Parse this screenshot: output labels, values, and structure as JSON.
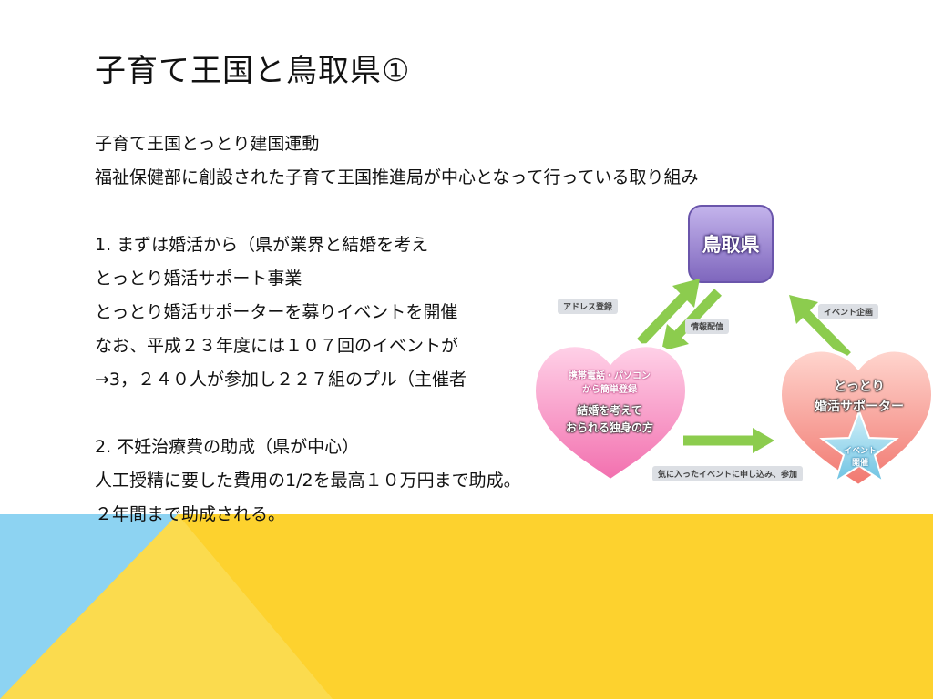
{
  "slide": {
    "title": "子育て王国と鳥取県①",
    "lines": [
      "子育て王国とっとり建国運動",
      "福祉保健部に創設された子育て王国推進局が中心となって行っている取り組み",
      "",
      "1.  まずは婚活から（県が業界と結婚を考え",
      "とっとり婚活サポート事業",
      "とっとり婚活サポーターを募りイベントを開催",
      "なお、平成２３年度には１０７回のイベントが",
      "→3，２４０人が参加し２２７組のプル（主催者",
      "",
      "2. 不妊治療費の助成（県が中心）",
      "人工授精に要した費用の1/2を最高１０万円まで助成。",
      "２年間まで助成される。"
    ]
  },
  "diagram": {
    "center_node": "鳥取県",
    "tags": {
      "address": "アドレス登録",
      "info": "情報配信",
      "event_plan": "イベント企画",
      "apply": "気に入ったイベントに申し込み、参加"
    },
    "left_heart": {
      "line1": "携帯電話・パソコン",
      "line2": "から簡単登録",
      "line3": "結婚を考えて",
      "line4": "おられる独身の方"
    },
    "right_heart": {
      "line1": "とっとり",
      "line2": "婚活サポーター"
    },
    "star": {
      "line1": "イベント",
      "line2": "開催"
    }
  },
  "colors": {
    "sky_blue": "#8dd3f2",
    "yellow": "#fdd22e",
    "purple": "#8a73c4",
    "pink": "#f57fb8",
    "salmon": "#f58c84",
    "arrow_green": "#8ccc4e",
    "star_blue": "#86cfe8"
  }
}
